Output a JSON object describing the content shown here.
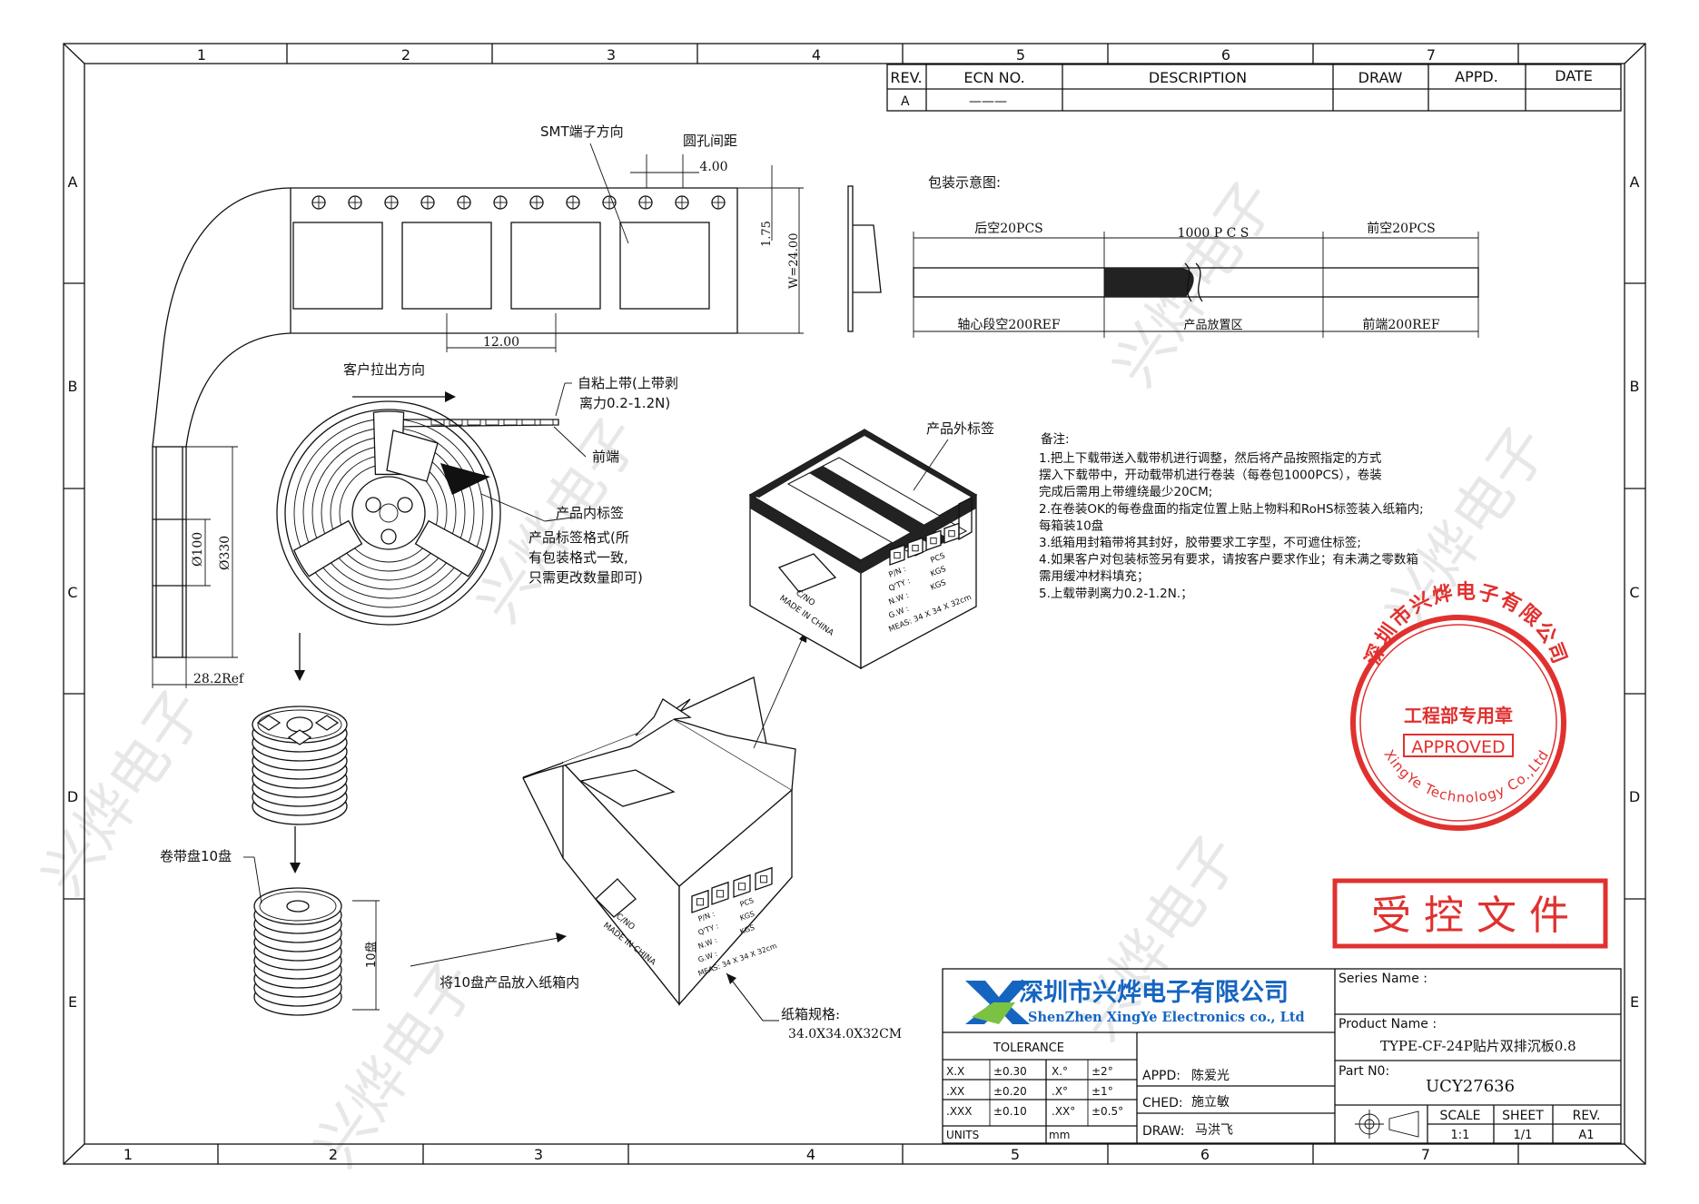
{
  "frame": {
    "col_labels": [
      "1",
      "2",
      "3",
      "4",
      "5",
      "6",
      "7"
    ],
    "row_labels": [
      "A",
      "B",
      "C",
      "D",
      "E"
    ]
  },
  "revision_table": {
    "headers": [
      "REV.",
      "ECN  NO.",
      "DESCRIPTION",
      "DRAW",
      "APPD.",
      "DATE"
    ],
    "row": [
      "A",
      "———",
      "",
      "",
      "",
      ""
    ]
  },
  "tape_view": {
    "smt_direction": "SMT端子方向",
    "hole_pitch_label": "圆孔间距",
    "hole_pitch": "4.00",
    "pocket_pitch": "12.00",
    "edge_offset": "1.75",
    "tape_width": "W=24.00"
  },
  "packing_schematic": {
    "title": "包装示意图:",
    "rear_empty": "后空20PCS",
    "product_count": "1000 P C S",
    "front_empty": "前空20PCS",
    "core_empty": "轴心段空200REF",
    "product_zone": "产品放置区",
    "front_end": "前端200REF"
  },
  "reel_view": {
    "pull_direction": "客户拉出方向",
    "cover_tape_line1": "自粘上带(上带剥",
    "cover_tape_line2": "离力0.2-1.2N)",
    "front_end": "前端",
    "inner_label_title": "产品内标签",
    "inner_label_line1": "产品标签格式(所",
    "inner_label_line2": "有包装格式一致,",
    "inner_label_line3": "只需更改数量即可)",
    "hub_dia": "Ø100",
    "reel_dia": "Ø330",
    "reel_width": "28.2Ref",
    "stack_label": "卷带盘10盘",
    "stack_height": "10盘",
    "into_carton": "将10盘产品放入纸箱内"
  },
  "carton": {
    "outer_label": "产品外标签",
    "spec_title": "纸箱规格:",
    "spec_value": "34.0X34.0X32CM",
    "label_lines": [
      "P/N :",
      "Q'TY :",
      "N.W :",
      "G.W :",
      "MEAS: 34 X 34 X 32cm"
    ],
    "label_units": [
      "PCS",
      "KGS",
      "KGS"
    ],
    "side_mark_1": "C/NO",
    "side_mark_2": "MADE IN CHINA"
  },
  "notes": {
    "title": "备注:",
    "lines": [
      "1.把上下载带送入载带机进行调整，然后将产品按照指定的方式",
      "   摆入下载带中，开动载带机进行卷装（每卷包1000PCS），卷装",
      "   完成后需用上带缠绕最少20CM;",
      "2.在卷装OK的每卷盘面的指定位置上贴上物料和RoHS标签装入纸箱内;",
      "   每箱装10盘",
      "3.纸箱用封箱带将其封好，胶带要求工字型，不可遮住标签;",
      "4.如果客户对包装标签另有要求，请按客户要求作业；有未满之零数箱",
      "   需用缓冲材料填充；",
      "5.上载带剥离力0.2-1.2N.；"
    ]
  },
  "stamp": {
    "company_arc": "深圳市兴烨电子有限公司",
    "dept": "工程部专用章",
    "approved": "APPROVED",
    "english_arc": "XingYe Technology Co.,Ltd"
  },
  "controlled_doc": "受 控 文 件",
  "watermark": "兴烨电子",
  "title_block": {
    "company_cn": "深圳市兴烨电子有限公司",
    "company_en": "ShenZhen XingYe Electronics co., Ltd",
    "series_label": "Series Name :",
    "series_value": "",
    "product_label": "Product Name :",
    "product_value": "TYPE-CF-24P贴片双排沉板0.8",
    "part_label": "Part N0:",
    "part_value": "UCY27636",
    "tolerance_label": "TOLERANCE",
    "tol_rows": [
      {
        "a": "X.X",
        "b": "±0.30",
        "c": "X.°",
        "d": "±2°"
      },
      {
        "a": ".XX",
        "b": "±0.20",
        "c": ".X°",
        "d": "±1°"
      },
      {
        "a": ".XXX",
        "b": "±0.10",
        "c": ".XX°",
        "d": "±0.5°"
      }
    ],
    "units_label": "UNITS",
    "units_value": "mm",
    "appd_label": "APPD:",
    "appd_value": "陈爱光",
    "ched_label": "CHED:",
    "ched_value": "施立敏",
    "draw_label": "DRAW:",
    "draw_value": "马洪飞",
    "scale_label": "SCALE",
    "scale_value": "1:1",
    "sheet_label": "SHEET",
    "sheet_value": "1/1",
    "rev_label": "REV.",
    "rev_value": "A1"
  },
  "colors": {
    "stamp_red": "#e0312f",
    "logo_blue": "#1565c0",
    "logo_green": "#7cc242"
  }
}
